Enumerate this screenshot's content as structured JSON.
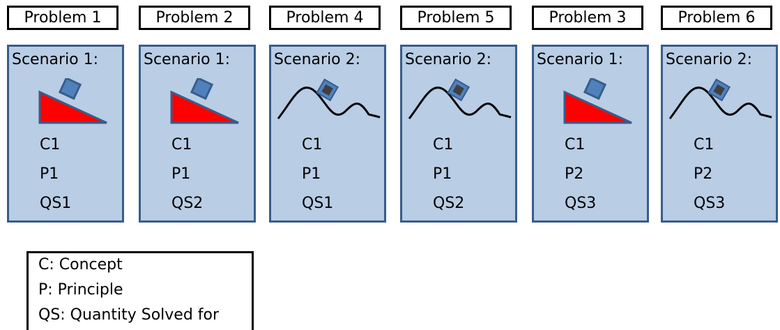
{
  "problems": [
    {
      "title": "Problem 1",
      "scenario": "Scenario 1:",
      "icon": "ramp-icon",
      "concept": "C1",
      "principle": "P1",
      "quantity": "QS1"
    },
    {
      "title": "Problem 2",
      "scenario": "Scenario 1:",
      "icon": "ramp-icon",
      "concept": "C1",
      "principle": "P1",
      "quantity": "QS2"
    },
    {
      "title": "Problem 4",
      "scenario": "Scenario 2:",
      "icon": "wave-track-icon",
      "concept": "C1",
      "principle": "P1",
      "quantity": "QS1"
    },
    {
      "title": "Problem 5",
      "scenario": "Scenario 2:",
      "icon": "wave-track-icon",
      "concept": "C1",
      "principle": "P1",
      "quantity": "QS2"
    },
    {
      "title": "Problem 3",
      "scenario": "Scenario 1:",
      "icon": "ramp-icon",
      "concept": "C1",
      "principle": "P2",
      "quantity": "QS3"
    },
    {
      "title": "Problem 6",
      "scenario": "Scenario 2:",
      "icon": "wave-track-icon",
      "concept": "C1",
      "principle": "P2",
      "quantity": "QS3"
    }
  ],
  "legend": {
    "concept": "C: Concept",
    "principle": "P: Principle",
    "quantity": "QS: Quantity Solved for"
  },
  "colors": {
    "card_fill": "#b9cde5",
    "card_border": "#385d8a",
    "ramp_fill": "#ff0000",
    "block_fill": "#4f81bd",
    "block_dark_fill": "#404040"
  }
}
